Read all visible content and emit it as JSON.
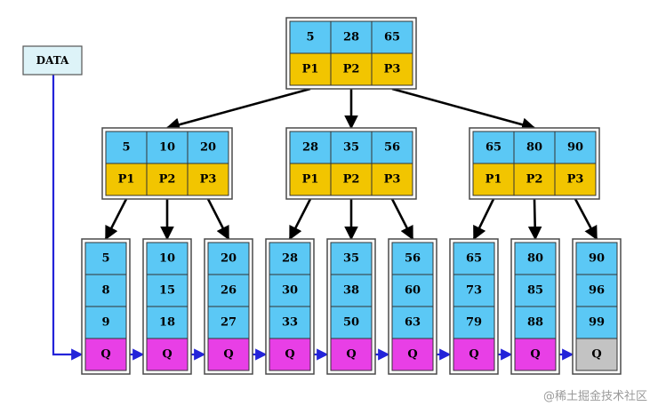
{
  "data_label": "DATA",
  "root": {
    "keys": [
      "5",
      "28",
      "65"
    ],
    "ptrs": [
      "P1",
      "P2",
      "P3"
    ]
  },
  "internal": [
    {
      "keys": [
        "5",
        "10",
        "20"
      ],
      "ptrs": [
        "P1",
        "P2",
        "P3"
      ]
    },
    {
      "keys": [
        "28",
        "35",
        "56"
      ],
      "ptrs": [
        "P1",
        "P2",
        "P3"
      ]
    },
    {
      "keys": [
        "65",
        "80",
        "90"
      ],
      "ptrs": [
        "P1",
        "P2",
        "P3"
      ]
    }
  ],
  "leaves": [
    {
      "keys": [
        "5",
        "8",
        "9"
      ],
      "ptr": "Q"
    },
    {
      "keys": [
        "10",
        "15",
        "18"
      ],
      "ptr": "Q"
    },
    {
      "keys": [
        "20",
        "26",
        "27"
      ],
      "ptr": "Q"
    },
    {
      "keys": [
        "28",
        "30",
        "33"
      ],
      "ptr": "Q"
    },
    {
      "keys": [
        "35",
        "38",
        "50"
      ],
      "ptr": "Q"
    },
    {
      "keys": [
        "56",
        "60",
        "63"
      ],
      "ptr": "Q"
    },
    {
      "keys": [
        "65",
        "73",
        "79"
      ],
      "ptr": "Q"
    },
    {
      "keys": [
        "80",
        "85",
        "88"
      ],
      "ptr": "Q"
    },
    {
      "keys": [
        "90",
        "96",
        "99"
      ],
      "ptr": "Q",
      "ptr_terminal": true
    }
  ],
  "colors": {
    "key_cell": "#5BC8F5",
    "ptr_cell": "#F2C500",
    "leaf_q": "#E83FE6",
    "leaf_q_last": "#C3C3C3",
    "data_box": "#DDF3F8",
    "link": "#2323D9",
    "arrow": "#000000",
    "frame": "#4A4A4A"
  },
  "watermark": "@稀土掘金技术社区"
}
